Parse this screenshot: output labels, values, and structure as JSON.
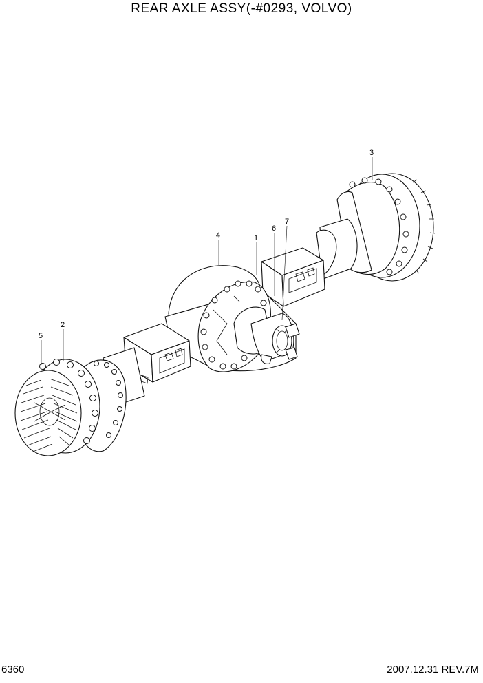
{
  "header": {
    "title": "REAR AXLE ASSY(-#0293, VOLVO)"
  },
  "footer": {
    "page_number": "6360",
    "revision": "2007.12.31  REV.7M"
  },
  "callouts": [
    "1",
    "2",
    "3",
    "4",
    "5",
    "6",
    "7"
  ]
}
